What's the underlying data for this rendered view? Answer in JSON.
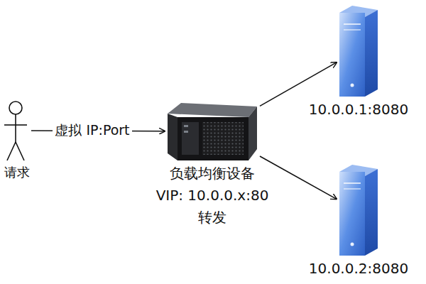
{
  "diagram": {
    "nodes": [
      {
        "text": [
          "请求"
        ]
      },
      {
        "text": [
          "负载均衡设备",
          "VIP: 10.0.0.x:80",
          "转发"
        ]
      },
      {
        "text": [
          "10.0.0.1:8080"
        ]
      },
      {
        "text": [
          "10.0.0.2:8080"
        ]
      }
    ],
    "edges": [
      {
        "from": 0,
        "to": 1,
        "label": "虚拟 IP:Port",
        "arrow": "to"
      },
      {
        "from": 1,
        "to": 2,
        "arrow": "to"
      },
      {
        "from": 1,
        "to": 3,
        "arrow": "to"
      }
    ]
  }
}
